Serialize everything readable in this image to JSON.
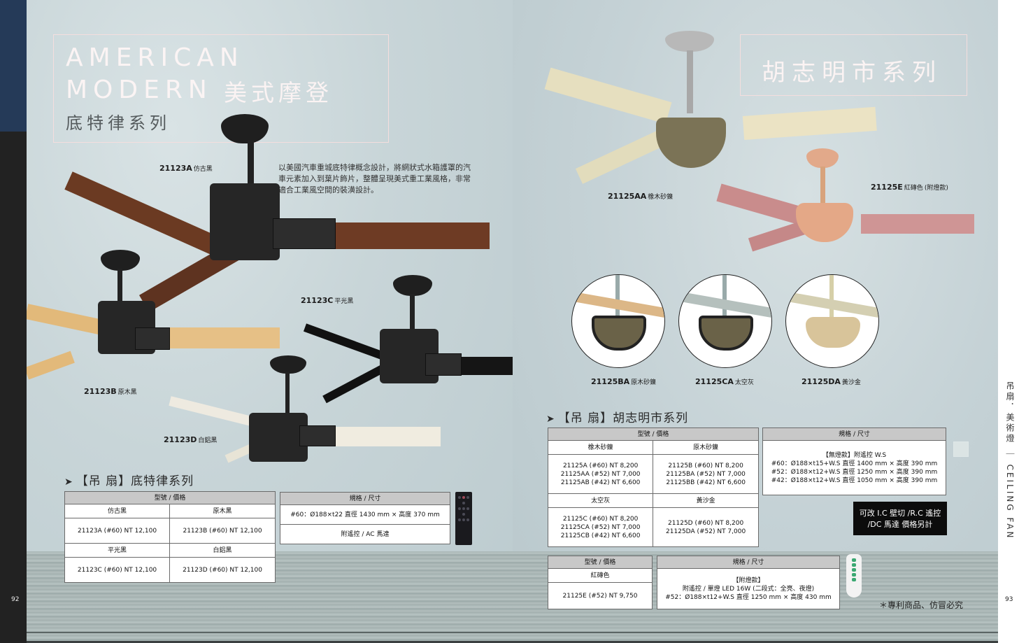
{
  "left_page": {
    "title_en_line1": "AMERICAN",
    "title_en_line2": "MODERN",
    "title_zh": "美式摩登",
    "series_name": "底特律系列",
    "description": "以美國汽車重城底特律概念設計，將網狀式水箱護罩的汽車元素加入到葉片飾片，整體呈現美式重工業風格，非常適合工業風空間的裝潢設計。",
    "product_labels": [
      {
        "code": "21123A",
        "color": "仿古黑"
      },
      {
        "code": "21123B",
        "color": "原木黑"
      },
      {
        "code": "21123C",
        "color": "平光黑"
      },
      {
        "code": "21123D",
        "color": "白鋁黑"
      }
    ],
    "section_heading": {
      "arrow": "➤",
      "text": "【吊 扇】底特律系列"
    },
    "model_table": {
      "header": "型號 / 價格",
      "rows": [
        {
          "colors": [
            "仿古黑",
            "原木黑"
          ],
          "prices": [
            "21123A (#60)  NT 12,100",
            "21123B (#60)  NT 12,100"
          ]
        },
        {
          "colors": [
            "平光黑",
            "白鋁黑"
          ],
          "prices": [
            "21123C (#60)  NT 12,100",
            "21123D (#60)  NT 12,100"
          ]
        }
      ]
    },
    "spec_table": {
      "header": "規格 / 尺寸",
      "rows": [
        "#60：Ø188×t22  直徑 1430 mm × 高度 370 mm",
        "附遙控 / AC 馬達"
      ]
    },
    "page_number": "92"
  },
  "right_page": {
    "title_zh": "胡志明市系列",
    "product_labels": [
      {
        "code": "21125AA",
        "color": "橡木砂鎳"
      },
      {
        "code": "21125E",
        "color": "紅磚色",
        "note": "(附燈款)"
      },
      {
        "code": "21125BA",
        "color": "原木砂鎳"
      },
      {
        "code": "21125CA",
        "color": "太空灰"
      },
      {
        "code": "21125DA",
        "color": "黃沙金"
      }
    ],
    "section_heading": {
      "arrow": "➤",
      "text": "【吊 扇】胡志明市系列"
    },
    "model_table": {
      "header": "型號 / 價格",
      "rows": [
        {
          "colors": [
            "橡木砂鎳",
            "原木砂鎳"
          ],
          "prices": [
            [
              "21125A  (#60)  NT 8,200",
              "21125AA (#52)  NT 7,000",
              "21125AB (#42)  NT 6,600"
            ],
            [
              "21125B  (#60)  NT 8,200",
              "21125BA (#52)  NT 7,000",
              "21125BB (#42)  NT 6,600"
            ]
          ]
        },
        {
          "colors": [
            "太空灰",
            "黃沙金"
          ],
          "prices": [
            [
              "21125C  (#60)  NT 8,200",
              "21125CA (#52)  NT 7,000",
              "21125CB (#42)  NT 6,600"
            ],
            [
              "21125D  (#60)  NT 8,200",
              "21125DA (#52)  NT 7,000"
            ]
          ]
        }
      ]
    },
    "spec_table": {
      "header": "規格 / 尺寸",
      "lines": [
        "【無燈款】附遙控 W.S",
        "#60：Ø188×t15+W.S  直徑 1400 mm × 高度 390 mm",
        "#52：Ø188×t12+W.S  直徑 1250 mm × 高度 390 mm",
        "#42：Ø188×t12+W.S  直徑 1050 mm × 高度 390 mm"
      ]
    },
    "note_box": {
      "line1": "可改 I.C 壁切 /R.C 遙控",
      "line2": "/DC 馬達 價格另計"
    },
    "model_table2": {
      "header": "型號 / 價格",
      "color": "紅磚色",
      "price": "21125E (#52)  NT 9,750"
    },
    "spec_table2": {
      "header": "規格 / 尺寸",
      "lines": [
        "【附燈款】",
        "附遙控 / 單燈 LED 16W (二段式：全亮、夜燈)",
        "#52：Ø188×t12+W.S  直徑 1250 mm × 高度 430 mm"
      ]
    },
    "patent_note": "＊專利商品、仿冒必究",
    "page_number": "93",
    "side_label": "吊扇．美術燈 ｜ CEILING FAN"
  },
  "colors": {
    "navy_strip": "#253a58",
    "dark_strip": "#222222",
    "wall": "#c8d5d8",
    "table_header": "#c8c8c8",
    "note_box": "#0c0c0c",
    "walnut_blade": "#6b3a22",
    "maple_blade": "#e2b97a",
    "pale_blade": "#ede6c8",
    "rose_blade": "#c98c8c"
  }
}
